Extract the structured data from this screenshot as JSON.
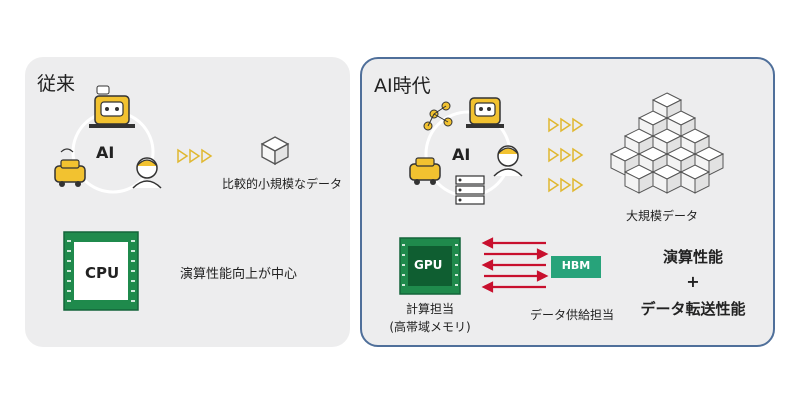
{
  "left_panel": {
    "title": "従来",
    "ai_label": "AI",
    "small_data_label": "比較的小規模なデータ",
    "cpu_chip_label": "CPU",
    "cpu_caption": "演算性能向上が中心"
  },
  "right_panel": {
    "title": "AI時代",
    "ai_label": "AI",
    "big_data_label": "大規模データ",
    "gpu_chip_label": "GPU",
    "gpu_caption_line1": "計算担当",
    "gpu_caption_line2": "(高帯域メモリ)",
    "hbm_label": "HBM",
    "hbm_caption": "データ供給担当",
    "summary_line1": "演算性能",
    "summary_plus": "+",
    "summary_line2": "データ転送性能"
  },
  "colors": {
    "panel_bg": "#ededee",
    "panel_border": "#4f6f9a",
    "accent_yellow": "#f2c230",
    "chip_green": "#1f8a4c",
    "hbm_green": "#27a37a",
    "arrow_red": "#c8102e"
  }
}
